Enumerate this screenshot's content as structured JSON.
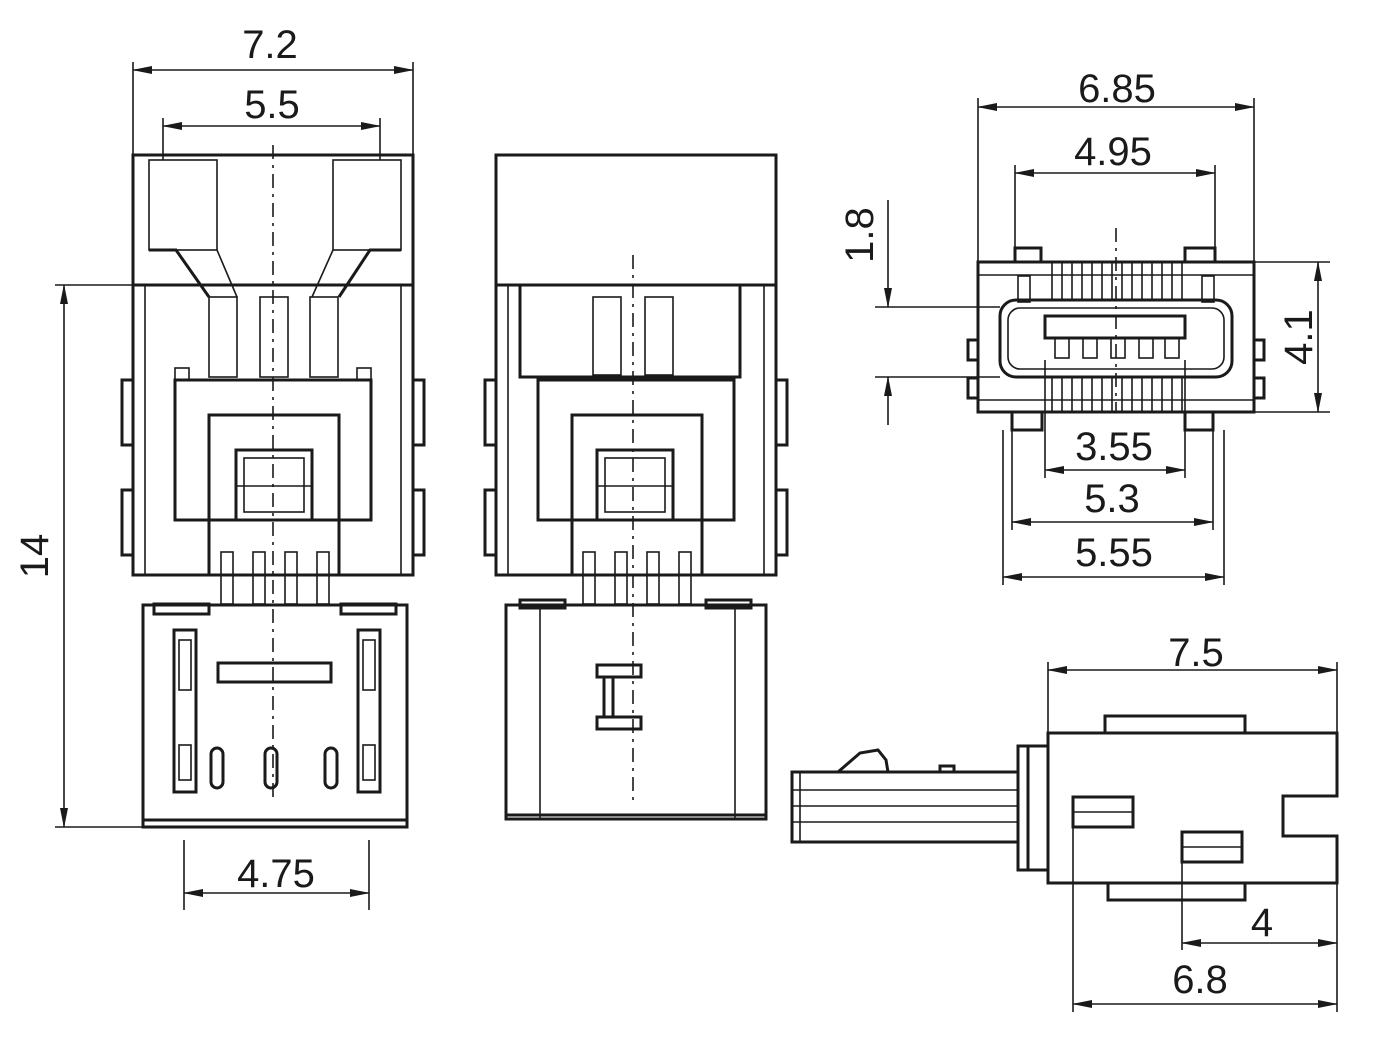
{
  "dimensions": {
    "front_width_outer": "7.2",
    "front_width_inner": "5.5",
    "front_height": "14",
    "front_bottom_width": "4.75",
    "end_width_outer": "6.85",
    "end_width_inner": "4.95",
    "end_offset": "1.8",
    "end_height": "4.1",
    "end_pin_span": "3.55",
    "end_foot_span": "5.3",
    "end_base_width": "5.55",
    "side_length": "7.5",
    "side_hole_offset": "4",
    "side_base_length": "6.8"
  },
  "colors": {
    "line": "#1a1a1a",
    "background": "#ffffff"
  }
}
